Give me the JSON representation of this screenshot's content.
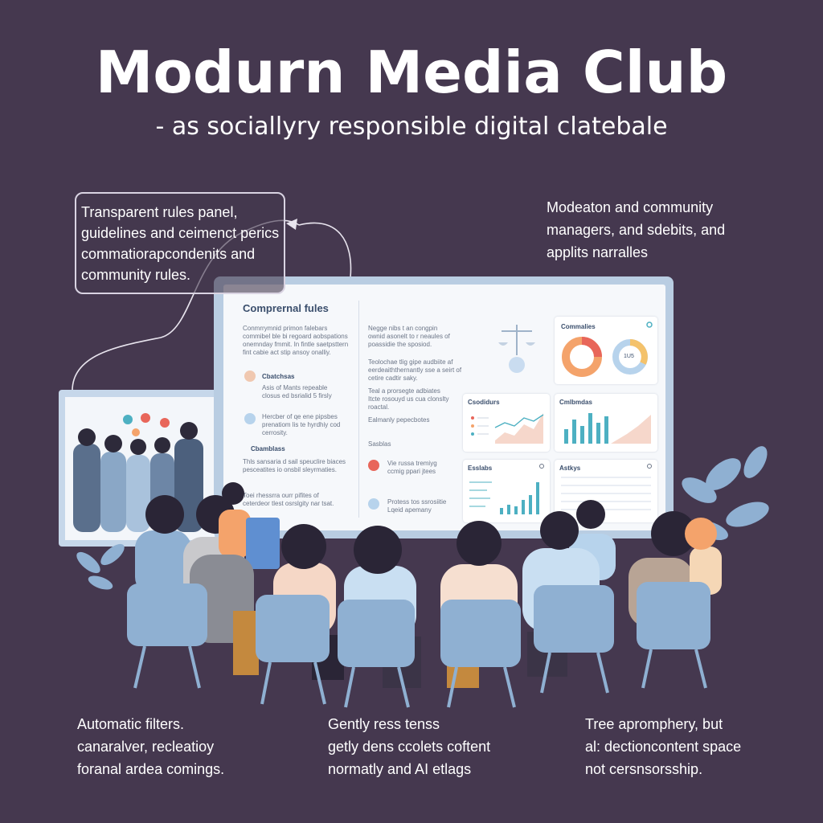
{
  "header": {
    "title": "Modurn Media Club",
    "subtitle": "- as sociallyry responsible digital clatebale"
  },
  "callout": {
    "lines": [
      "Transparent rules panel,",
      "guidelines and ceimenct perics",
      "commatioraрcondenits and",
      "community rules."
    ]
  },
  "note_right": {
    "lines": [
      "Modeaton and community",
      "managers, and sdebits, and",
      "applits narralles"
    ]
  },
  "captions": [
    {
      "lines": [
        "Automatic filters.",
        "canaralver, recleatioy",
        "foranal ardea comings."
      ]
    },
    {
      "lines": [
        "Gently ress tenss",
        "getly dens ccolets coftent",
        "normatly and AI etlags"
      ]
    },
    {
      "lines": [
        "Tree apromphery, but",
        "al: dectioncontent space",
        "not cersnsorsship."
      ]
    }
  ],
  "screen": {
    "title": "Comprernal fules",
    "card_labels": {
      "communities": "Commalies",
      "activity_1": "Csodidurs",
      "activity_2": "Cmlbmdas",
      "stats_1": "Esslabs",
      "stats_2": "Astkys",
      "entry_1": "Cbatchsas",
      "entry_2": "Cbamblass",
      "entry_3": "Sasblas"
    },
    "donut_label": "1U5",
    "blur_left": [
      "Conmrrymnid primon falebars",
      "commibel ble bi regoard aobspations",
      "onemnday fmmit. In fintle saetpsttern",
      "fint cabie act stip ansoy onalliy."
    ],
    "blur_mid": [
      "Negge nibs t an congpin",
      "ownid asonelt to r neaules of",
      "poassidie the sposiod."
    ],
    "blur_mid2": [
      "Teolochae tlig gipe audbiite af",
      "eerdeaiththernantly sse a seirt of",
      "cetire cadtir saky."
    ],
    "blur_mid3": [
      "Teal a prorsegte adbiates",
      "Itcte rosouyd us cua clonslty",
      "roactal."
    ],
    "blur_mid4": "Ealmanly pepecbotes",
    "blur_item1": [
      "Asis of Mants repeable",
      "closus ed bsrialid 5 firsly"
    ],
    "blur_item2": [
      "Hercber of qe ene pipsbes",
      "prenatiom lis te hyrdhiy cod",
      "cerrosity."
    ],
    "blur_item3": [
      "Thls sansaria d sail speuclire biaces",
      "pesceatites io onsbil sleyrmaties."
    ],
    "blur_item4": [
      "Toei rhessrra ourr pifites of",
      "ceterdeor tlest osrslgity nar tsat."
    ],
    "blur_r1": [
      "Vie russa tremiyg",
      "ccmig ppari jtees"
    ],
    "blur_r2": [
      "Protess tos ssrosiitie",
      "Lqeid apemany"
    ]
  },
  "chart_values": {
    "bars_1": [
      18,
      30,
      22,
      38,
      26,
      34
    ],
    "bars_2": [
      8,
      12,
      10,
      18,
      24,
      40
    ]
  },
  "colors": {
    "background": "#45384f",
    "screen_frame": "#b9cde2",
    "chair": "#8fb0d2",
    "accent_orange": "#f4a36b",
    "accent_teal": "#4db0c2",
    "accent_red": "#e8665a"
  }
}
